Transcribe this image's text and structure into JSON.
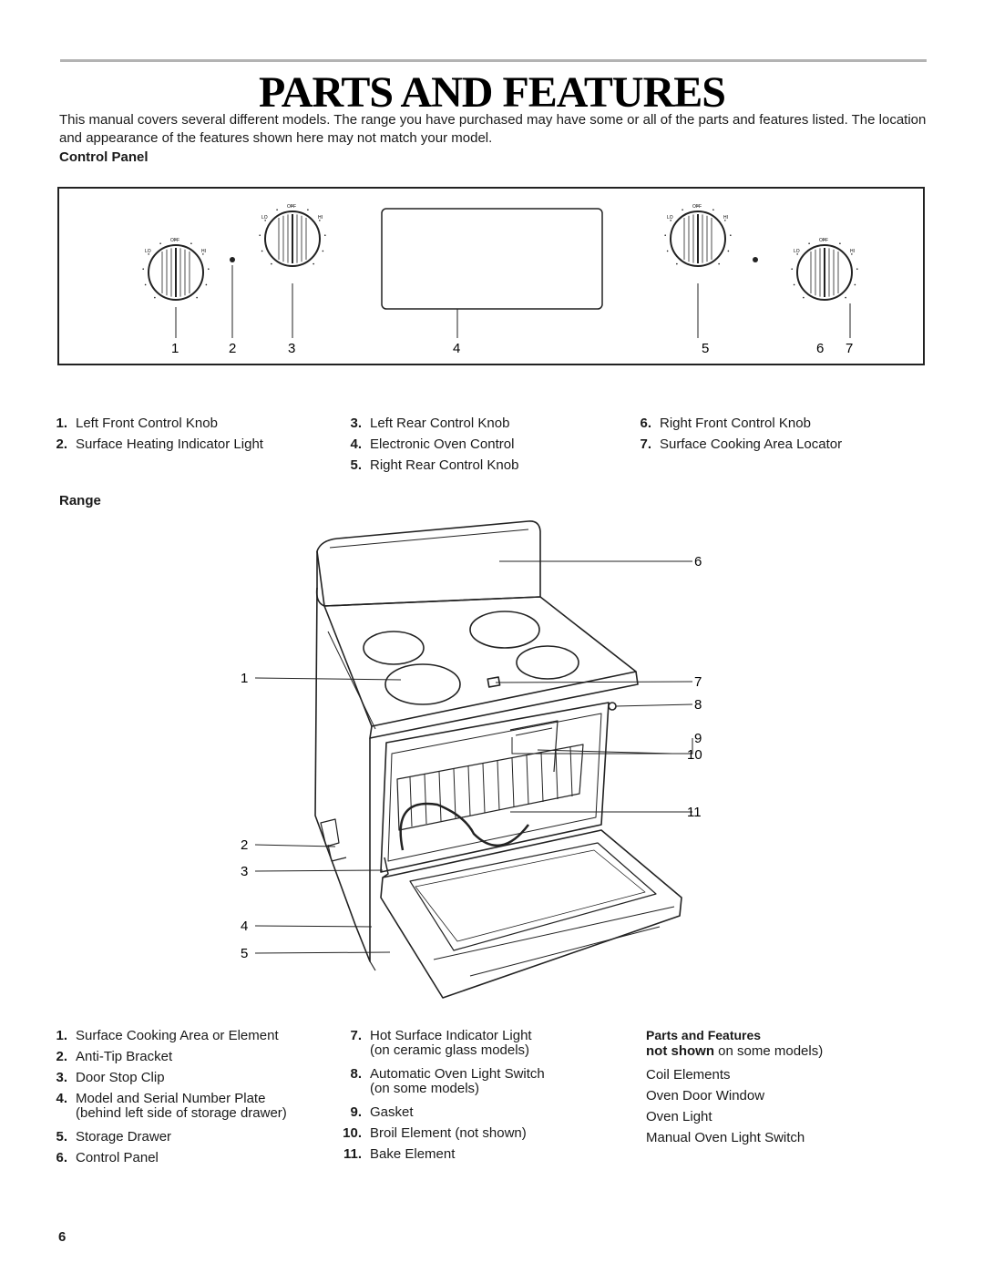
{
  "page": {
    "title": "Parts and Features",
    "intro": "This manual covers several different models. The range you have purchased may have some or all of the parts and features listed. The location and appearance of the features shown here may not match your model.",
    "page_number": "6"
  },
  "control_panel": {
    "heading": "Control Panel",
    "callouts": [
      "1",
      "2",
      "3",
      "4",
      "5",
      "6",
      "7"
    ],
    "knob_labels": {
      "off": "OFF",
      "lo": "LO",
      "hi": "HI"
    },
    "items": [
      {
        "num": "1.",
        "text": "Left Front Control Knob"
      },
      {
        "num": "2.",
        "text": "Surface Heating Indicator Light"
      },
      {
        "num": "3.",
        "text": "Left Rear Control Knob"
      },
      {
        "num": "4.",
        "text": "Electronic Oven Control"
      },
      {
        "num": "5.",
        "text": "Right Rear Control Knob"
      },
      {
        "num": "6.",
        "text": "Right Front Control Knob"
      },
      {
        "num": "7.",
        "text": "Surface Cooking Area Locator"
      }
    ]
  },
  "range": {
    "heading": "Range",
    "callouts_left": [
      "1",
      "2",
      "3",
      "4",
      "5"
    ],
    "callouts_right": [
      "6",
      "7",
      "8",
      "9",
      "10",
      "11"
    ],
    "items": [
      {
        "num": "1.",
        "text": "Surface Cooking Area or Element"
      },
      {
        "num": "2.",
        "text": "Anti-Tip Bracket"
      },
      {
        "num": "3.",
        "text": "Door Stop Clip"
      },
      {
        "num": "4.",
        "text": "Model and Serial Number Plate",
        "cont": "(behind left side of storage drawer)"
      },
      {
        "num": "5.",
        "text": "Storage Drawer"
      },
      {
        "num": "6.",
        "text": "Control Panel"
      },
      {
        "num": "7.",
        "text": "Hot Surface Indicator Light",
        "cont": "(on ceramic glass models)"
      },
      {
        "num": "8.",
        "text": "Automatic Oven Light Switch",
        "cont": "(on some models)"
      },
      {
        "num": "9.",
        "text": "Gasket"
      },
      {
        "num": "10.",
        "text": "Broil Element (not shown)"
      },
      {
        "num": "11.",
        "text": "Bake Element"
      }
    ],
    "not_shown": {
      "heading": "Parts and Features",
      "sub_bold": "not shown",
      "sub_rest": " on some models)",
      "items": [
        "Coil Elements",
        "Oven Door Window",
        "Oven Light",
        "Manual Oven Light Switch"
      ]
    }
  }
}
